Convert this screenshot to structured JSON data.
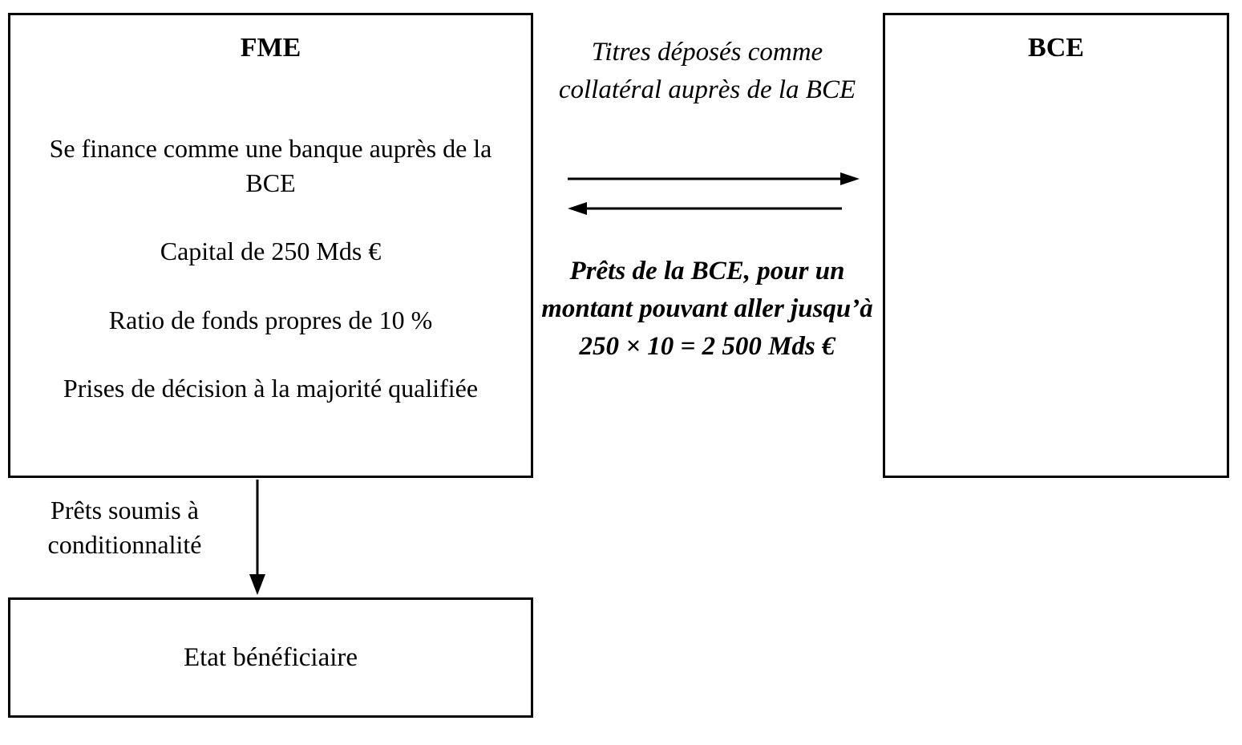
{
  "diagram": {
    "fme_box": {
      "title": "FME",
      "lines": [
        "Se finance comme une banque auprès de la BCE",
        "Capital de 250 Mds €",
        "Ratio de fonds propres de 10 %",
        "Prises de décision à la majorité qualifiée"
      ]
    },
    "bce_box": {
      "title": "BCE"
    },
    "arrows": {
      "top_label": "Titres déposés comme collatéral auprès de la BCE",
      "bottom_label": "Prêts de la BCE, pour un montant pouvant aller jusqu’à  250 × 10 = 2 500 Mds €",
      "down_label": "Prêts soumis à conditionnalité"
    },
    "beneficiary_box": {
      "title": "Etat bénéficiaire"
    },
    "colors": {
      "stroke": "#000000",
      "background": "#ffffff"
    }
  }
}
